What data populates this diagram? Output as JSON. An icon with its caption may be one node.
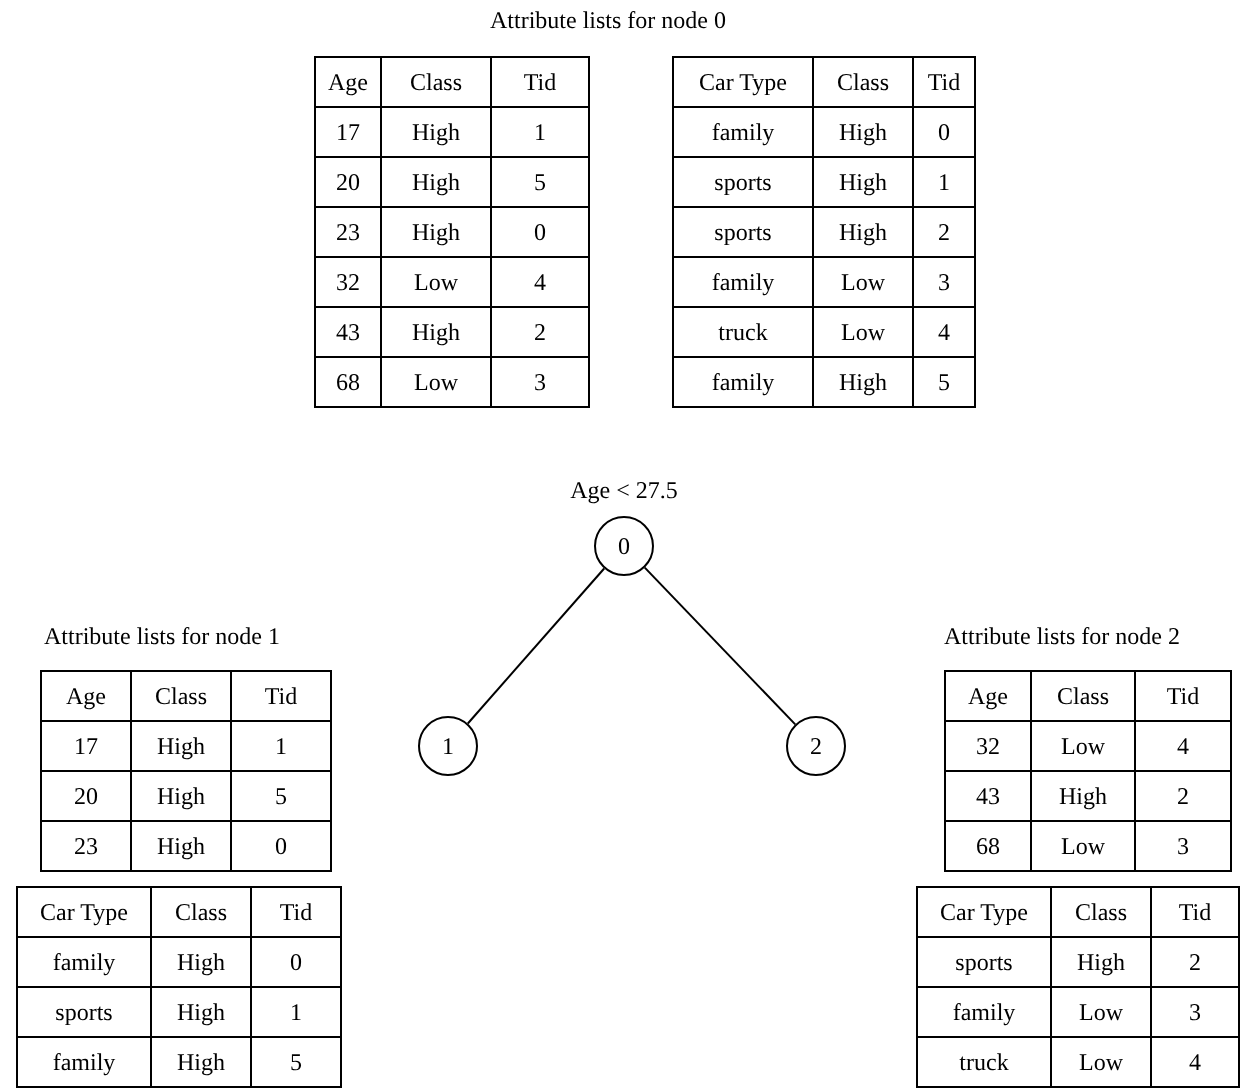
{
  "diagram": {
    "nodes": [
      {
        "text": [
          "0"
        ],
        "beside": [
          "Age < 27.5"
        ]
      },
      {
        "text": [
          "1"
        ]
      },
      {
        "text": [
          "2"
        ]
      }
    ],
    "edges": [
      {
        "from": 0,
        "to": 1,
        "arrow": "none"
      },
      {
        "from": 0,
        "to": 2,
        "arrow": "none"
      }
    ],
    "labels": [
      "Attribute lists for node 0",
      "Age",
      "Class",
      "Tid",
      "17",
      "High",
      "1",
      "20",
      "High",
      "5",
      "23",
      "High",
      "0",
      "32",
      "Low",
      "4",
      "43",
      "High",
      "2",
      "68",
      "Low",
      "3",
      "Car Type",
      "Class",
      "Tid",
      "family",
      "High",
      "0",
      "sports",
      "High",
      "1",
      "sports",
      "High",
      "2",
      "family",
      "Low",
      "3",
      "truck",
      "Low",
      "4",
      "family",
      "High",
      "5",
      "Attribute lists for node 1",
      "Age",
      "Class",
      "Tid",
      "17",
      "High",
      "1",
      "20",
      "High",
      "5",
      "23",
      "High",
      "0",
      "Car Type",
      "Class",
      "Tid",
      "family",
      "High",
      "0",
      "sports",
      "High",
      "1",
      "family",
      "High",
      "5",
      "Attribute lists for node 2",
      "Age",
      "Class",
      "Tid",
      "32",
      "Low",
      "4",
      "43",
      "High",
      "2",
      "68",
      "Low",
      "3",
      "Car Type",
      "Class",
      "Tid",
      "sports",
      "High",
      "2",
      "family",
      "Low",
      "3",
      "truck",
      "Low",
      "4"
    ]
  }
}
